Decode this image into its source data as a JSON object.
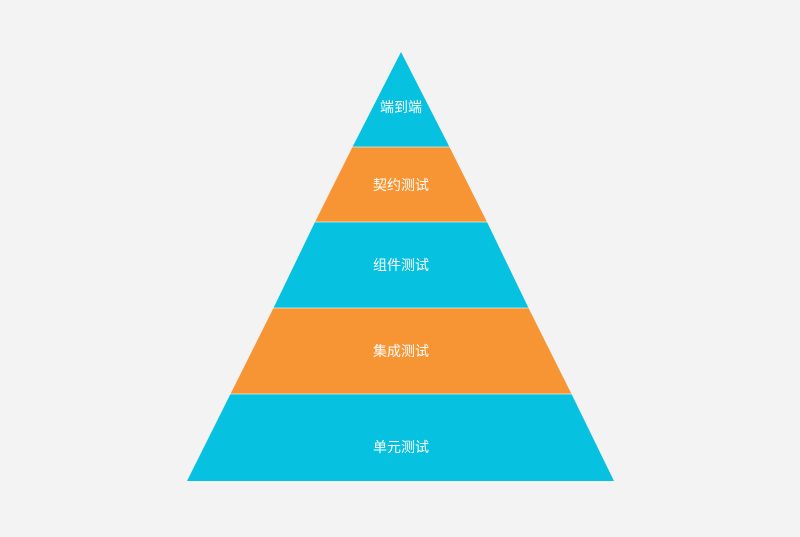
{
  "diagram": {
    "type": "pyramid",
    "colors": {
      "background": "#f3f3f3",
      "cyan": "#06c1df",
      "orange": "#f79433",
      "text": "#ffffff"
    },
    "layers": [
      {
        "label": "端到端",
        "color": "#06c1df"
      },
      {
        "label": "契约测试",
        "color": "#f79433"
      },
      {
        "label": "组件测试",
        "color": "#06c1df"
      },
      {
        "label": "集成测试",
        "color": "#f79433"
      },
      {
        "label": "单元测试",
        "color": "#06c1df"
      }
    ]
  }
}
